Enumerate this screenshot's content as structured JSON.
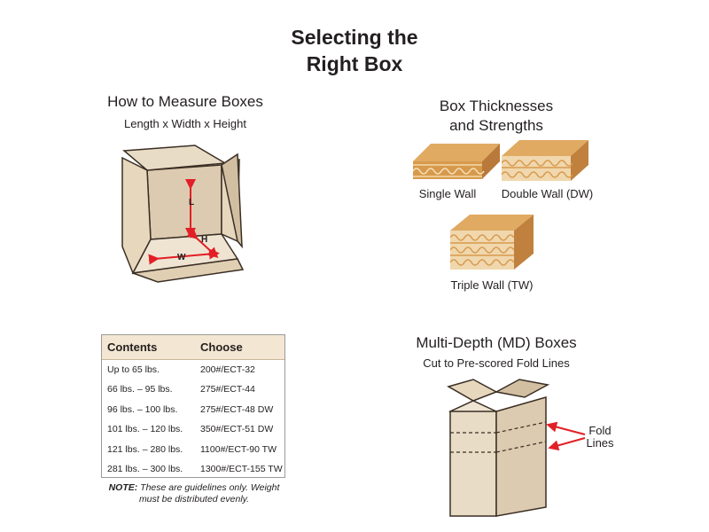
{
  "title": {
    "line1": "Selecting the",
    "line2": "Right Box"
  },
  "measure": {
    "heading": "How to Measure Boxes",
    "subheading": "Length x Width x Height",
    "labels": {
      "length": "L",
      "width": "W",
      "height": "H"
    }
  },
  "thickness": {
    "heading_line1": "Box Thicknesses",
    "heading_line2": "and Strengths",
    "single": "Single Wall",
    "double": "Double Wall (DW)",
    "triple": "Triple Wall (TW)"
  },
  "table": {
    "headers": [
      "Contents",
      "Choose"
    ],
    "rows": [
      [
        "Up to 65 lbs.",
        "200#/ECT-32"
      ],
      [
        "66 lbs. – 95 lbs.",
        "275#/ECT-44"
      ],
      [
        "96 lbs. – 100 lbs.",
        "275#/ECT-48 DW"
      ],
      [
        "101 lbs. – 120 lbs.",
        "350#/ECT-51 DW"
      ],
      [
        "121 lbs. – 280 lbs.",
        "1100#/ECT-90 TW"
      ],
      [
        "281 lbs. – 300 lbs.",
        "1300#/ECT-155 TW"
      ]
    ],
    "note_label": "NOTE:",
    "note_text_line1": " These are guidelines only. Weight",
    "note_text_line2": "must be distributed evenly."
  },
  "multidepth": {
    "heading": "Multi-Depth (MD) Boxes",
    "subheading": "Cut to Pre-scored Fold Lines",
    "fold_label_line1": "Fold",
    "fold_label_line2": "Lines"
  },
  "colors": {
    "box_light": "#e9dcc6",
    "box_mid": "#dccbb0",
    "box_dark": "#c9b394",
    "outline": "#3a2e24",
    "arrow_red": "#e21f26",
    "cardboard": "#d79a4c",
    "table_header": "#f3e6d2"
  }
}
